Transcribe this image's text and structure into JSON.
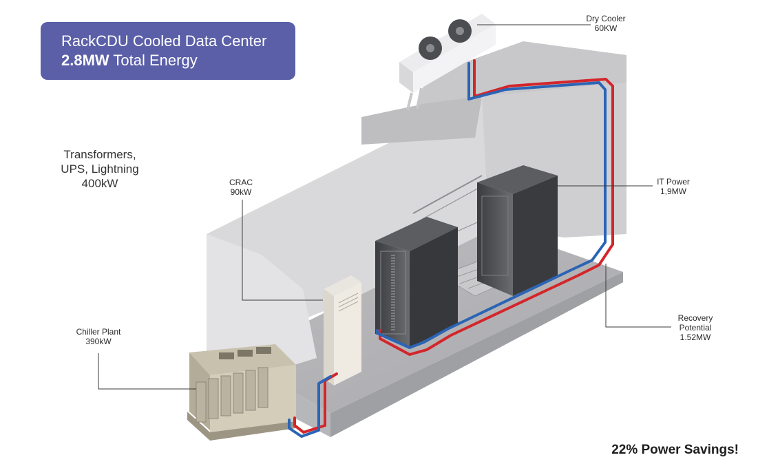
{
  "title": {
    "line1": "RackCDU Cooled Data Center",
    "line2_bold": "2.8MW",
    "line2_rest": " Total Energy"
  },
  "colors": {
    "title_bg": "#5a5fa8",
    "hot_pipe": "#d3262b",
    "cold_pipe": "#2b64b5",
    "room_wall": "#d6d6d8",
    "rack": "#4a4b4e"
  },
  "side_note": {
    "line1": "Transformers,",
    "line2": "UPS, Lightning",
    "line3": "400kW"
  },
  "components": {
    "dry_cooler": {
      "name": "Dry Cooler",
      "value": "60KW",
      "icon": "dry-cooler-fans-icon"
    },
    "crac": {
      "name": "CRAC",
      "value": "90kW",
      "icon": "crac-unit-icon"
    },
    "it_power": {
      "name": "IT Power",
      "value": "1,9MW",
      "icon": "server-rack-icon"
    },
    "recovery": {
      "name_line1": "Recovery",
      "name_line2": "Potential",
      "value": "1.52MW"
    },
    "chiller": {
      "name": "Chiller Plant",
      "value": "390kW",
      "icon": "chiller-plant-icon"
    }
  },
  "savings": "22% Power Savings!"
}
